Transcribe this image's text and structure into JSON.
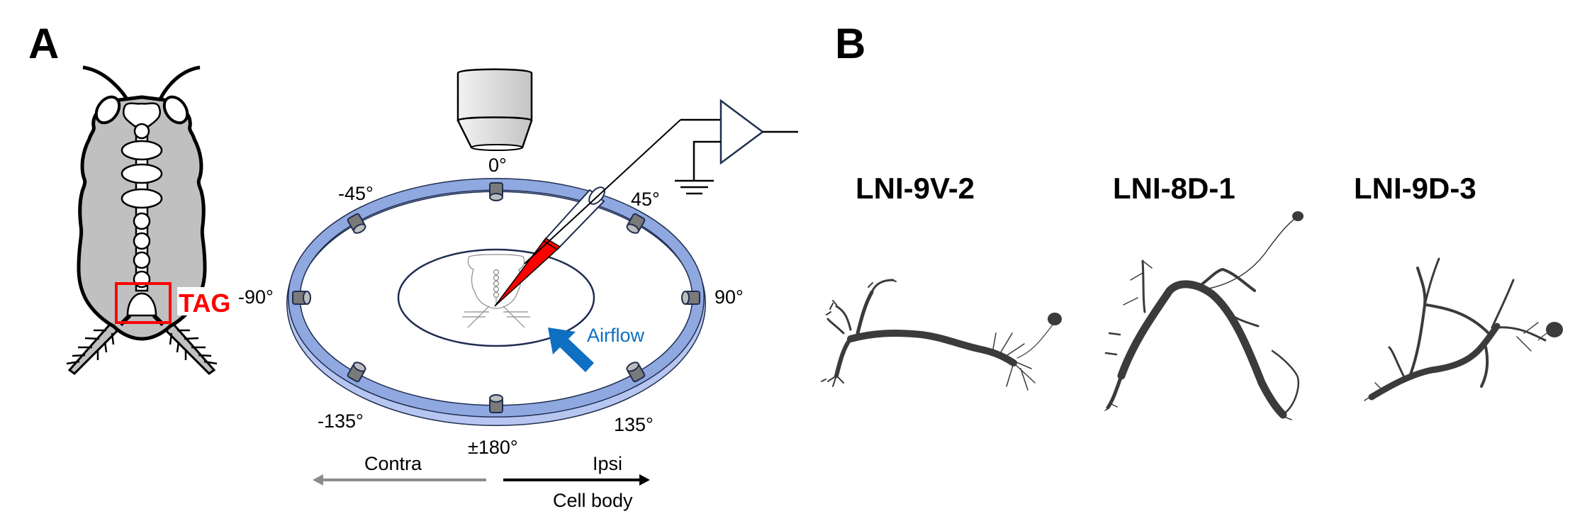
{
  "panels": {
    "a": {
      "letter": "A",
      "tag_label": "TAG",
      "airflow_label": "Airflow",
      "angles": [
        {
          "id": "0",
          "label": "0°",
          "deg": 0
        },
        {
          "id": "45",
          "label": "45°",
          "deg": 45
        },
        {
          "id": "90",
          "label": "90°",
          "deg": 90
        },
        {
          "id": "135",
          "label": "135°",
          "deg": 135
        },
        {
          "id": "180",
          "label": "±180°",
          "deg": 180
        },
        {
          "id": "m135",
          "label": "-135°",
          "deg": -135
        },
        {
          "id": "m90",
          "label": "-90°",
          "deg": -90
        },
        {
          "id": "m45",
          "label": "-45°",
          "deg": -45
        }
      ],
      "contra_label": "Contra",
      "ipsi_label": "Ipsi",
      "cell_body_label": "Cell body"
    },
    "b": {
      "letter": "B",
      "neurons": [
        {
          "name": "LNI-9V-2"
        },
        {
          "name": "LNI-8D-1"
        },
        {
          "name": "LNI-9D-3"
        }
      ]
    }
  },
  "colors": {
    "ring_fill": "#8fa8e0",
    "ring_light": "#b7c6f0",
    "ring_stroke": "#1f2d4f",
    "stimulator_dark": "#7a7a7a",
    "stimulator_light": "#bdbdbd",
    "tag_red": "#ff0000",
    "airflow_blue": "#0f6fc2",
    "neuron": "#3b3b3b",
    "body_gray": "#c0c0c0",
    "contra_arrow": "#8c8c8c",
    "ipsi_arrow": "#000000"
  }
}
